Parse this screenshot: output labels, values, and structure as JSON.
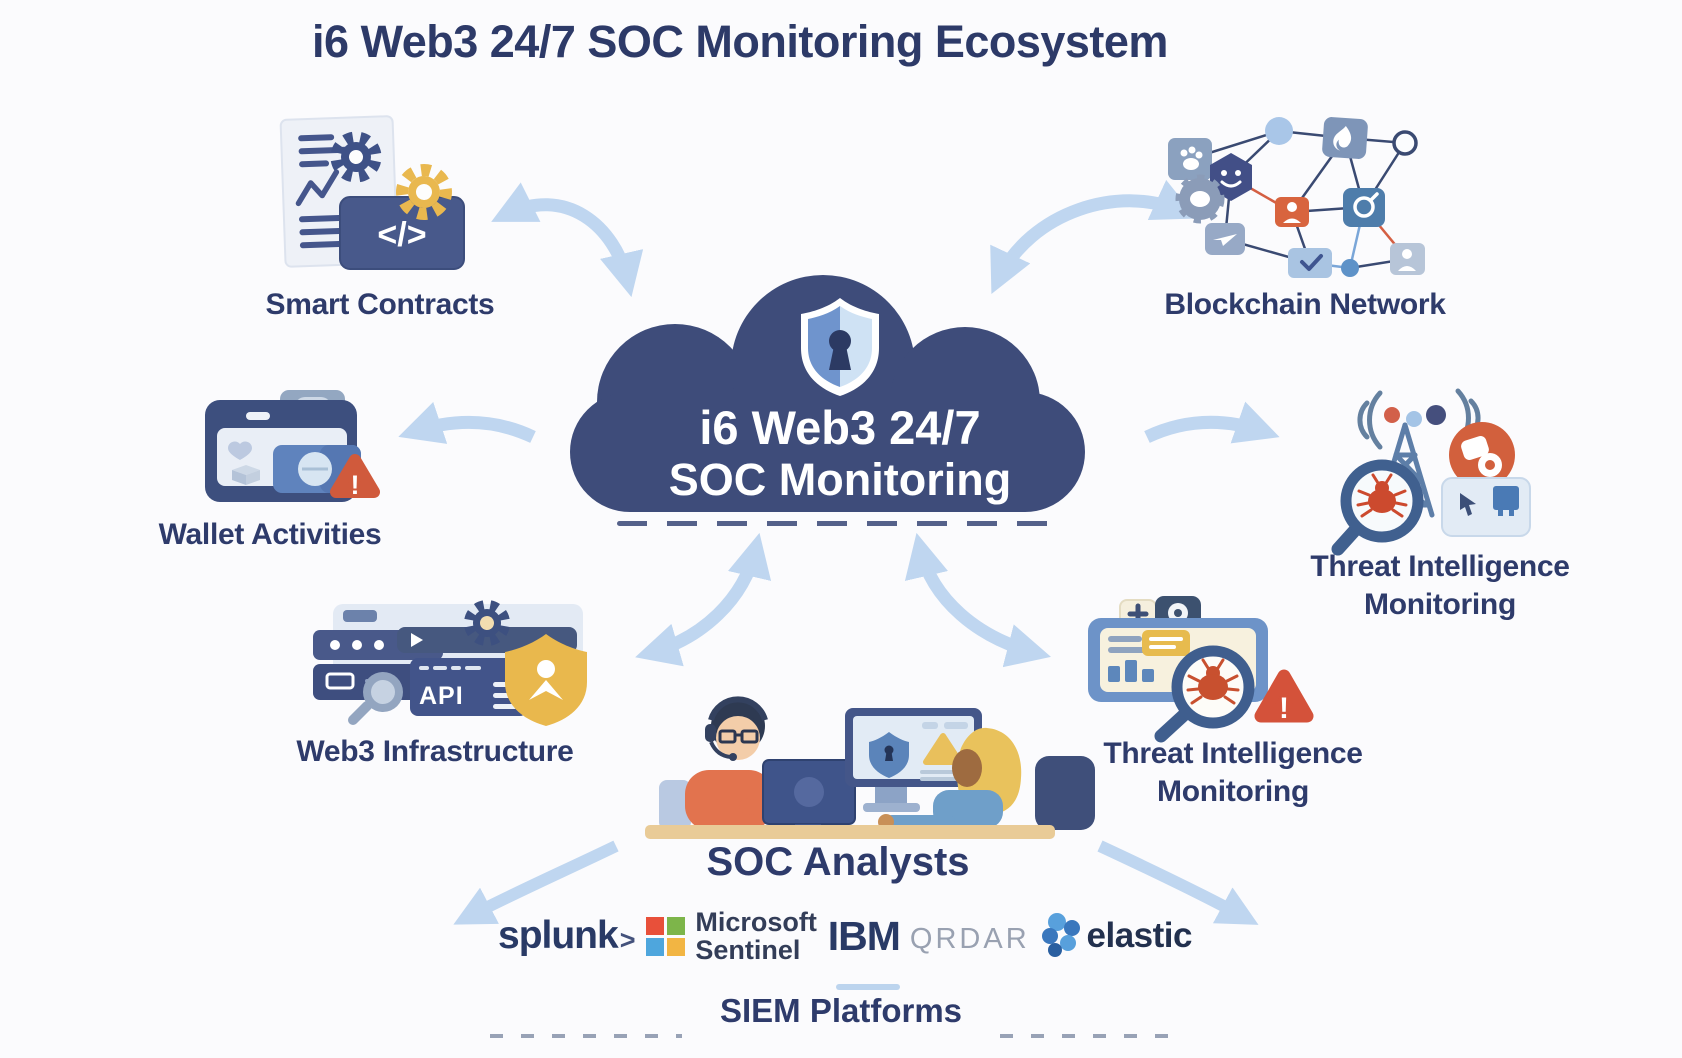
{
  "title": "i6 Web3 24/7 SOC Monitoring Ecosystem",
  "cloud": {
    "line1": "i6 Web3 24/7",
    "line2": "SOC Monitoring"
  },
  "nodes": {
    "smart_contracts": {
      "label": "Smart Contracts",
      "code_glyph": "</>"
    },
    "blockchain_network": {
      "label": "Blockchain Network"
    },
    "wallet_activities": {
      "label": "Wallet Activities",
      "alert_glyph": "!"
    },
    "threat_intelligence_right": {
      "line1": "Threat Intelligence",
      "line2": "Monitoring"
    },
    "web3_infrastructure": {
      "label": "Web3 Infrastructure",
      "api_label": "API"
    },
    "threat_intelligence_bottom": {
      "line1": "Threat Intelligence",
      "line2": "Monitoring",
      "alert_glyph": "!"
    },
    "soc_analysts": {
      "label": "SOC Analysts"
    }
  },
  "siem": {
    "label": "SIEM Platforms",
    "splunk": {
      "wordmark": "splunk",
      "chevron": ">"
    },
    "microsoft": {
      "line1": "Microsoft",
      "line2": "Sentinel"
    },
    "ibm": {
      "wordmark": "IBM",
      "product": "QRDAR"
    },
    "elastic": {
      "wordmark": "elastic"
    }
  },
  "colors": {
    "navy_text": "#2e3b6b",
    "cloud_fill": "#3e4c7a",
    "arrow_blue": "#bfd6f0",
    "alert_red": "#d05a3c",
    "accent_yellow": "#e9b84f",
    "steel_blue": "#5d7ea8"
  }
}
